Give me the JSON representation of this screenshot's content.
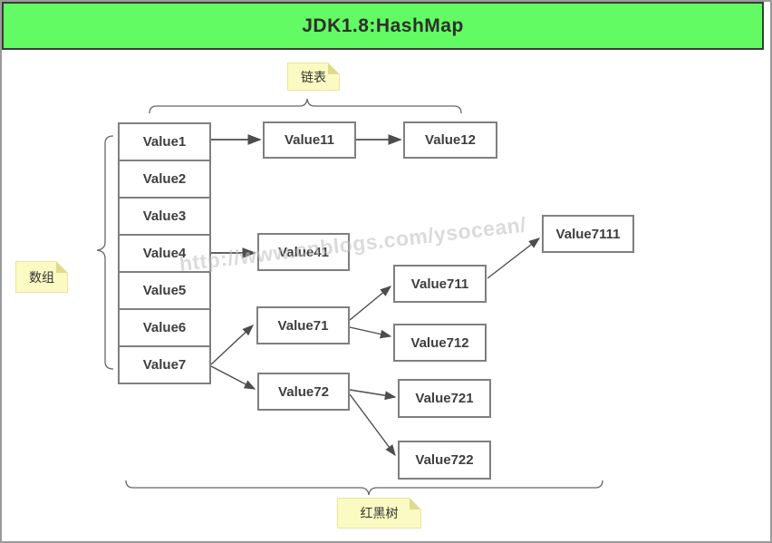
{
  "title": "JDK1.8:HashMap",
  "labels": {
    "linked_list": "链表",
    "array": "数组",
    "red_black_tree": "红黑树"
  },
  "array_cells": [
    "Value1",
    "Value2",
    "Value3",
    "Value4",
    "Value5",
    "Value6",
    "Value7"
  ],
  "nodes": {
    "value11": "Value11",
    "value12": "Value12",
    "value41": "Value41",
    "value71": "Value71",
    "value711": "Value711",
    "value712": "Value712",
    "value7111": "Value7111",
    "value72": "Value72",
    "value721": "Value721",
    "value722": "Value722"
  },
  "watermark": "http://www.cnblogs.com/ysocean/",
  "colors": {
    "title_bg": "#63fb63",
    "note_bg": "#fafac2",
    "box_border": "#7f7f7f",
    "arrow": "#4d4d4d",
    "brace": "#666666"
  }
}
